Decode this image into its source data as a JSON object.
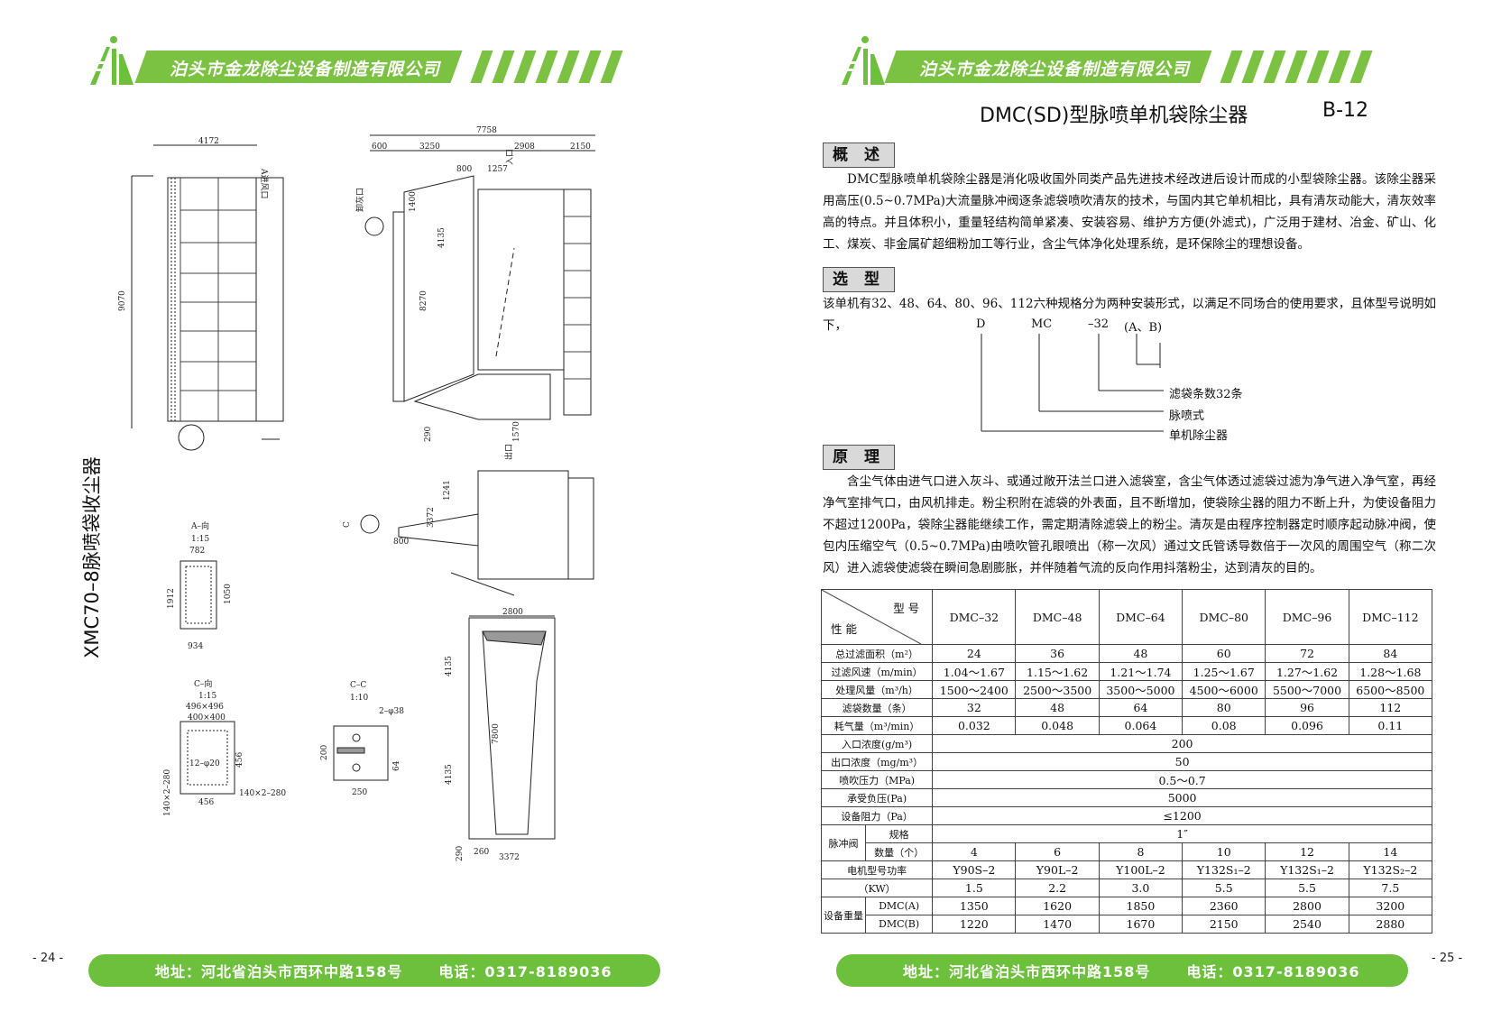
{
  "header": {
    "company": "泊头市金龙除尘设备制造有限公司"
  },
  "footer": {
    "address": "地址：河北省泊头市西环中路158号",
    "phone": "电话：0317-8189036"
  },
  "left_page": {
    "page_number": "- 24 -",
    "vertical_title": "XMC70–8脉喷袋收尘器",
    "dims": {
      "top_width": "4172",
      "height": "9070",
      "overall": "7758",
      "d600": "600",
      "d3250": "3250",
      "d2908": "2908",
      "d2150": "2150",
      "d800": "800",
      "d1257": "1257",
      "d1400": "1400",
      "d4135": "4135",
      "d8270": "8270",
      "d290": "290",
      "d1570": "1570",
      "d1241": "1241",
      "d3372": "3372",
      "d800b": "800",
      "d2800": "2800",
      "d7800": "7800",
      "d4135b": "4135",
      "d4135c": "4135",
      "d290b": "290",
      "d260": "260",
      "d3372b": "3372",
      "label_inlet": "A进风口",
      "label_outlet": "出口",
      "label_inlet2": "入口",
      "label_ash": "卸灰口",
      "label_c": "C",
      "label_c2": "C"
    },
    "view_a": {
      "title": "A–向",
      "scale": "1:15",
      "d782": "782",
      "d934": "934",
      "d1912": "1912",
      "d1050": "1050"
    },
    "view_c": {
      "title": "C–向",
      "scale": "1:15",
      "size1": "496×496",
      "size2": "400×400",
      "holes": "12–φ20",
      "d456a": "456",
      "d456b": "456",
      "flange": "140×2–280",
      "flange2": "140×2–280"
    },
    "view_cc": {
      "title": "C–C",
      "scale": "1:10",
      "holes": "2–φ38",
      "d200": "200",
      "d250": "250",
      "d64": "64"
    }
  },
  "right_page": {
    "page_number": "- 25 -",
    "title": "DMC(SD)型脉喷单机袋除尘器",
    "code": "B-12",
    "sections": {
      "overview": "概 述",
      "selection": "选 型",
      "principle": "原 理"
    },
    "overview_text": "DMC型脉喷单机袋除尘器是消化吸收国外同类产品先进技术经改进后设计而成的小型袋除尘器。该除尘器采用高压(0.5~0.7MPa)大流量脉冲阀逐条滤袋喷吹清灰的技术，与国内其它单机相比，具有清灰动能大，清灰效率高的特点。并且体积小，重量轻结构简单紧凑、安装容易、维护方方便(外滤式)，广泛用于建材、冶金、矿山、化工、煤炭、非金属矿超细粉加工等行业，含尘气体净化处理系统，是环保除尘的理想设备。",
    "selection_text": "该单机有32、48、64、80、96、112六种规格分为两种安装形式，以满足不同场合的使用要求，且体型号说明如下，",
    "model_code": {
      "d": "D",
      "mc": "MC",
      "num": "–32",
      "ab": "(A、B)",
      "note1": "滤袋条数32条",
      "note2": "脉喷式",
      "note3": "单机除尘器"
    },
    "principle_text": "含尘气体由进气口进入灰斗、或通过敞开法兰口进入滤袋室，含尘气体透过滤袋过滤为净气进入净气室，再经净气室排气口，由风机排走。粉尘积附在滤袋的外表面，且不断增加，使袋除尘器的阻力不断上升，为使设备阻力不超过1200Pa，袋除尘器能继续工作，需定期清除滤袋上的粉尘。清灰是由程序控制器定时顺序起动脉冲阀，使包内压缩空气（0.5~0.7MPa)由喷吹管孔眼喷出（称一次风）通过文氏管诱导数倍于一次风的周围空气（称二次风）进入滤袋使滤袋在瞬间急剧膨胀，并伴随着气流的反向作用抖落粉尘，达到清灰的目的。",
    "table": {
      "corner_top": "型 号",
      "corner_bottom": "性 能",
      "models": [
        "DMC–32",
        "DMC–48",
        "DMC–64",
        "DMC–80",
        "DMC–96",
        "DMC–112"
      ],
      "rows": [
        {
          "label": "总过滤面积（m²）",
          "values": [
            "24",
            "36",
            "48",
            "60",
            "72",
            "84"
          ]
        },
        {
          "label": "过滤风速（m/min）",
          "values": [
            "1.04～1.67",
            "1.15～1.62",
            "1.21～1.74",
            "1.25～1.67",
            "1.27～1.62",
            "1.28～1.68"
          ]
        },
        {
          "label": "处理风量（m³/h）",
          "values": [
            "1500～2400",
            "2500～3500",
            "3500～5000",
            "4500～6000",
            "5500～7000",
            "6500～8500"
          ]
        },
        {
          "label": "滤袋数量（条）",
          "values": [
            "32",
            "48",
            "64",
            "80",
            "96",
            "112"
          ]
        },
        {
          "label": "耗气量（m³/min）",
          "values": [
            "0.032",
            "0.048",
            "0.064",
            "0.08",
            "0.096",
            "0.11"
          ]
        }
      ],
      "merged_rows": [
        {
          "label": "入口浓度(g/m³)",
          "value": "200"
        },
        {
          "label": "出口浓度（mg/m³）",
          "value": "50"
        },
        {
          "label": "喷吹压力（MPa)",
          "value": "0.5～0.7"
        },
        {
          "label": "承受负压(Pa)",
          "value": "5000"
        },
        {
          "label": "设备阻力（Pa）",
          "value": "≤1200"
        }
      ],
      "pulse_valve": {
        "group": "脉冲阀",
        "spec_label": "规格",
        "spec_value": "1″",
        "qty_label": "数量（个）",
        "qty": [
          "4",
          "6",
          "8",
          "10",
          "12",
          "14"
        ]
      },
      "motor": {
        "label": "电机型号功率",
        "models": [
          "Y90S–2",
          "Y90L–2",
          "Y100L–2",
          "Y132S₁–2",
          "Y132S₁–2",
          "Y132S₂–2"
        ],
        "kw_label": "（KW）",
        "kw": [
          "1.5",
          "2.2",
          "3.0",
          "5.5",
          "5.5",
          "7.5"
        ]
      },
      "weight": {
        "group": "设备重量",
        "a_label": "DMC(A)",
        "a": [
          "1350",
          "1620",
          "1850",
          "2360",
          "2800",
          "3200"
        ],
        "b_label": "DMC(B)",
        "b": [
          "1220",
          "1470",
          "1670",
          "2150",
          "2540",
          "2880"
        ]
      }
    }
  }
}
